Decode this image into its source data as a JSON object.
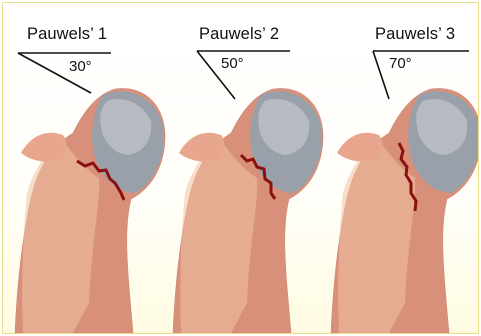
{
  "panels": [
    {
      "label": "Pauwels’ 1",
      "angle_label": "30°",
      "angle_deg": 30
    },
    {
      "label": "Pauwels’ 2",
      "angle_label": "50°",
      "angle_deg": 50
    },
    {
      "label": "Pauwels’ 3",
      "angle_label": "70°",
      "angle_deg": 70
    }
  ],
  "colors": {
    "frame_border": "#e9df8a",
    "bone_shaft": "#d9907a",
    "bone_head": "#9aa0a9",
    "fracture_line": "#8a1010"
  }
}
